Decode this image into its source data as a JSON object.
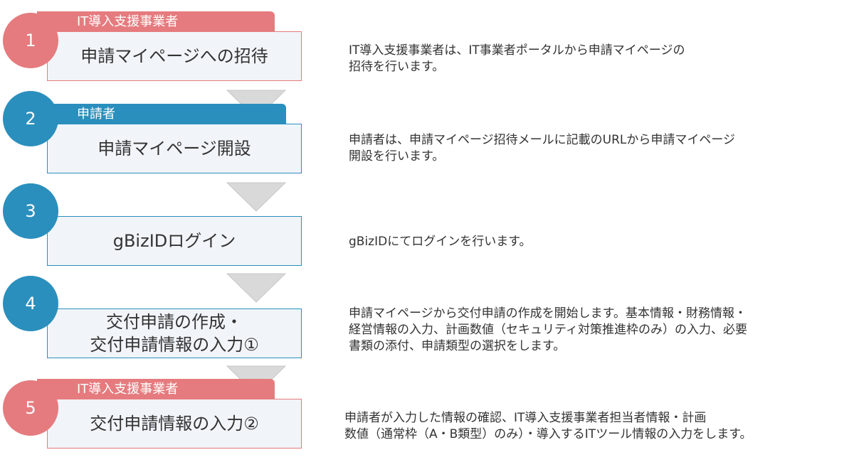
{
  "steps": [
    {
      "number": "1",
      "role": "IT導入支援事業者",
      "title": "申請マイページへの招待",
      "color": "red",
      "description": "IT導入支援事業者は、IT事業者ポータルから申請マイページの\n招待を行います。"
    },
    {
      "number": "2",
      "role": "申請者",
      "title": "申請マイページ開設",
      "color": "blue",
      "description": "申請者は、申請マイページ招待メールに記載のURLから申請マイページ\n開設を行います。"
    },
    {
      "number": "3",
      "role": "",
      "title": "gBizIDログイン",
      "color": "blue",
      "description": "gBizIDにてログインを行います。"
    },
    {
      "number": "4",
      "role": "",
      "title": "交付申請の作成・\n交付申請情報の入力①",
      "color": "blue",
      "description": "申請マイページから交付申請の作成を開始します。基本情報・財務情報・\n経営情報の入力、計画数値（セキュリティ対策推進枠のみ）の入力、必要\n書類の添付、申請類型の選択をします。"
    },
    {
      "number": "5",
      "role": "IT導入支援事業者",
      "title": "交付申請情報の入力②",
      "color": "red",
      "description": "申請者が入力した情報の確認、IT導入支援事業者担当者情報・計画\n数値（通常枠（A・B類型）のみ）・導入するITツール情報の入力をします。"
    }
  ],
  "colors": {
    "red": "#e57b7e",
    "blue": "#2a8fbd",
    "box_fill": "#f1f4f8",
    "arrow_fill": "#d9d9d9",
    "text": "#333333"
  }
}
